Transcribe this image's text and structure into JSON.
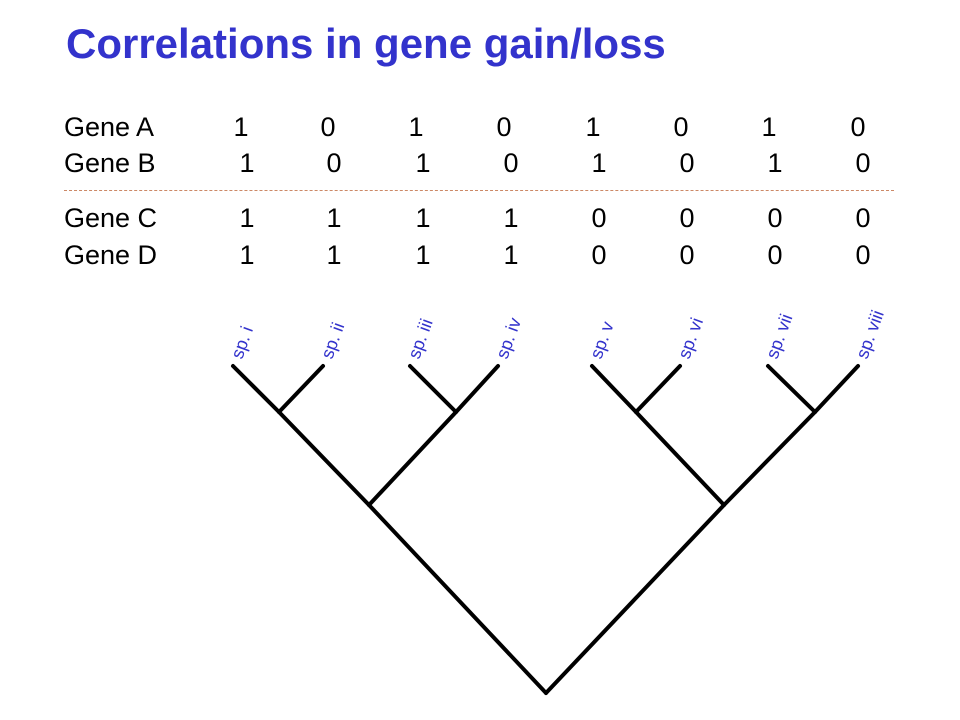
{
  "title": "Correlations in gene gain/loss",
  "genes": [
    {
      "name": "Gene A",
      "values": [
        "1",
        "0",
        "1",
        "0",
        "1",
        "0",
        "1",
        "0"
      ]
    },
    {
      "name": "Gene B",
      "values": [
        "1",
        "0",
        "1",
        "0",
        "1",
        "0",
        "1",
        "0"
      ]
    },
    {
      "name": "Gene C",
      "values": [
        "1",
        "1",
        "1",
        "1",
        "0",
        "0",
        "0",
        "0"
      ]
    },
    {
      "name": "Gene D",
      "values": [
        "1",
        "1",
        "1",
        "1",
        "0",
        "0",
        "0",
        "0"
      ]
    }
  ],
  "species": [
    "sp. i",
    "sp. ii",
    "sp. iii",
    "sp. iv",
    "sp. v",
    "sp. vi",
    "sp. vii",
    "sp. viii"
  ],
  "colors": {
    "title": "#3333cc",
    "species": "#3333cc",
    "divider": "#cc8866",
    "tree": "#000000"
  }
}
